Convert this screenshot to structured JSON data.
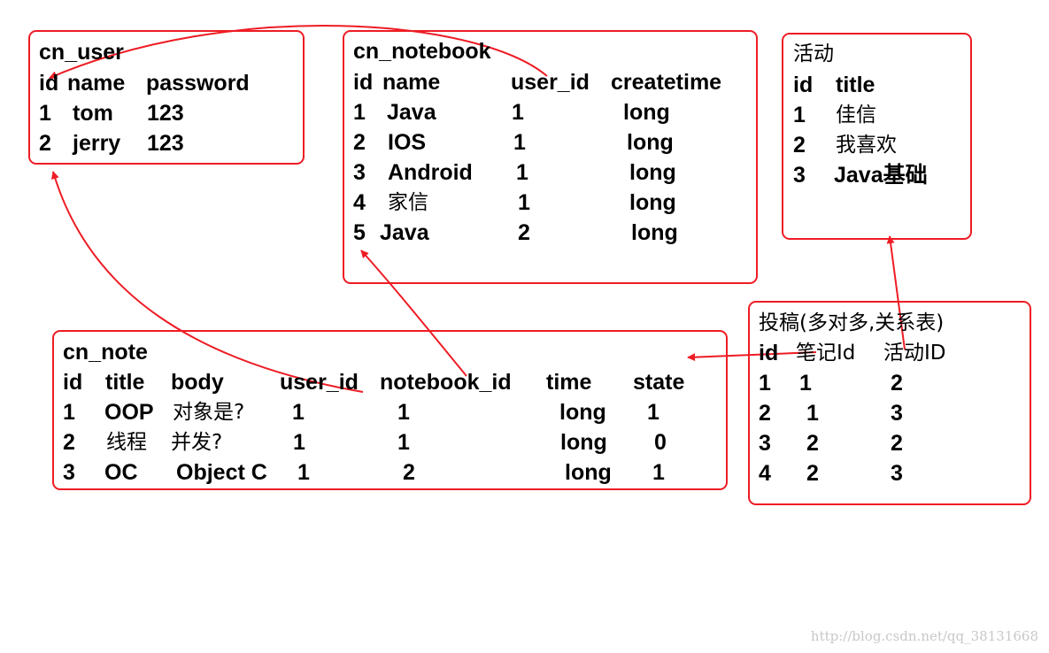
{
  "colors": {
    "border": "#ee1c24",
    "arrow": "#ee1c24"
  },
  "tables": {
    "cn_user": {
      "name": "cn_user",
      "header": [
        "id",
        "name",
        "password"
      ],
      "rows": [
        [
          "1",
          "tom",
          "123"
        ],
        [
          "2",
          "jerry",
          "123"
        ]
      ]
    },
    "cn_notebook": {
      "name": "cn_notebook",
      "header": [
        "id",
        "name",
        "user_id",
        "createtime"
      ],
      "rows": [
        [
          "1",
          "Java",
          "1",
          "long"
        ],
        [
          "2",
          "IOS",
          "1",
          "long"
        ],
        [
          "3",
          "Android",
          "1",
          "long"
        ],
        [
          "4",
          "家信",
          "1",
          "long"
        ],
        [
          "5",
          "Java",
          "2",
          "long"
        ]
      ]
    },
    "activity": {
      "name": "活动",
      "header": [
        "id",
        "title"
      ],
      "rows": [
        [
          "1",
          "佳信"
        ],
        [
          "2",
          "我喜欢"
        ],
        [
          "3",
          "Java基础"
        ]
      ]
    },
    "cn_note": {
      "name": "cn_note",
      "header": [
        "id",
        "title",
        "body",
        "user_id",
        "notebook_id",
        "time",
        "state"
      ],
      "rows": [
        [
          "1",
          "OOP",
          "对象是?",
          "1",
          "1",
          "long",
          "1"
        ],
        [
          "2",
          "线程",
          "并发?",
          "1",
          "1",
          "long",
          "0"
        ],
        [
          "3",
          "OC",
          "Object C",
          "1",
          "2",
          "long",
          "1"
        ]
      ]
    },
    "submission": {
      "name": "投稿(多对多,关系表)",
      "header": [
        "id",
        "笔记Id",
        "活动ID"
      ],
      "rows": [
        [
          "1",
          "1",
          "2"
        ],
        [
          "2",
          "1",
          "3"
        ],
        [
          "3",
          "2",
          "2"
        ],
        [
          "4",
          "2",
          "3"
        ]
      ]
    }
  },
  "watermark": "http://blog.csdn.net/qq_38131668"
}
